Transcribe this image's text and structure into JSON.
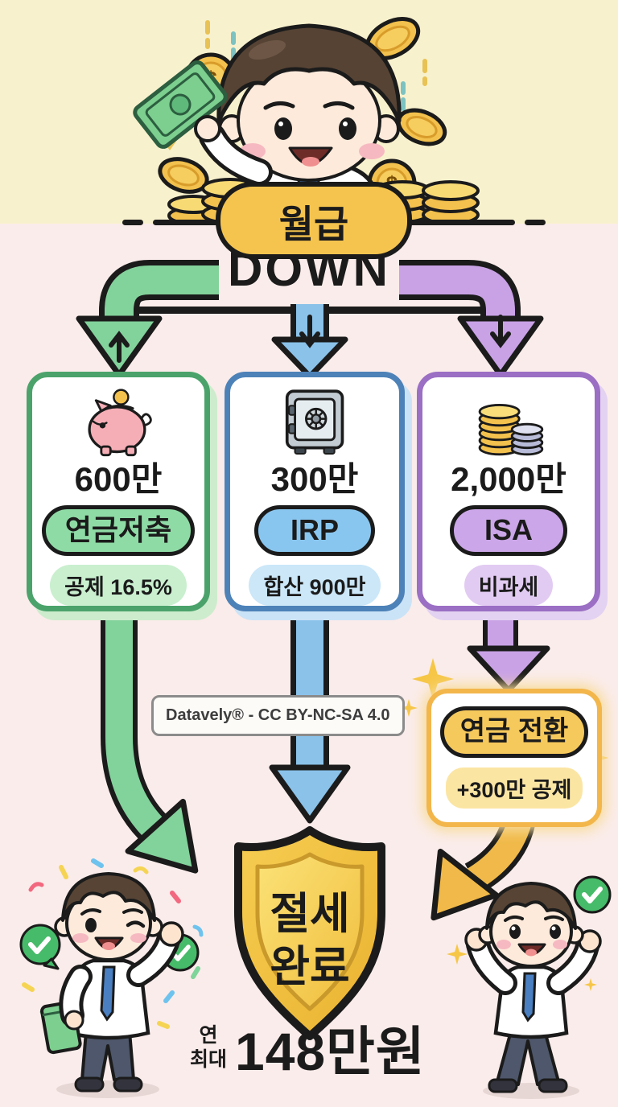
{
  "header": {
    "salary_badge": "월급",
    "down_label": "DOWN"
  },
  "accounts": [
    {
      "limit": "600만",
      "name": "연금저축",
      "note": "공제 16.5%",
      "icon": "piggy-bank-icon",
      "accent": "#4ba36b"
    },
    {
      "limit": "300만",
      "name": "IRP",
      "note": "합산 900만",
      "icon": "safe-icon",
      "accent": "#4d82b8"
    },
    {
      "limit": "2,000만",
      "name": "ISA",
      "note": "비과세",
      "icon": "coin-stacks-icon",
      "accent": "#9b6fc4"
    }
  ],
  "watermark": "Datavely® - CC BY-NC-SA 4.0",
  "conversion": {
    "title": "연금 전환",
    "note": "+300만 공제"
  },
  "shield": {
    "line1": "절세",
    "line2": "완료"
  },
  "result": {
    "qualifier_line1": "연",
    "qualifier_line2": "최대",
    "amount": "148만원"
  },
  "colors": {
    "top_background": "#f8f1cd",
    "bottom_background": "#faecea",
    "salary_badge": "#f5c44e",
    "green_arrow": "#82d29b",
    "blue_arrow": "#8ac2ea",
    "purple_arrow": "#c9a2e6",
    "gold_arrow": "#f0b949",
    "shield_gold": "#f3c644",
    "outline": "#1b1b1b"
  }
}
